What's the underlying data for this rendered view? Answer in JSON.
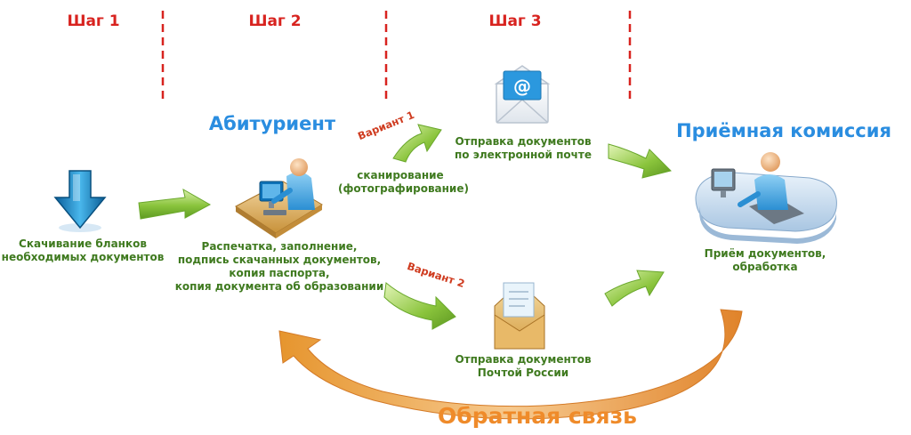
{
  "steps": [
    "Шаг 1",
    "Шаг 2",
    "Шаг 3"
  ],
  "actors": {
    "applicant": "Абитуриент",
    "committee": "Приёмная комиссия"
  },
  "labels": {
    "download": [
      "Скачивание бланков",
      "необходимых документов"
    ],
    "prepare": [
      "Распечатка, заполнение,",
      "подпись скачанных документов,",
      "копия паспорта,",
      "копия документа об образовании"
    ],
    "scan": [
      "сканирование",
      "(фотографирование)"
    ],
    "email": [
      "Отправка документов",
      "по электронной почте"
    ],
    "post": [
      "Отправка документов",
      "Почтой России"
    ],
    "receive": [
      "Приём документов,",
      "обработка"
    ]
  },
  "variants": [
    "Вариант 1",
    "Вариант 2"
  ],
  "feedback": "Обратная связь",
  "icons": {
    "email": "email-envelope-icon",
    "post": "mail-envelope-icon",
    "download": "download-arrow-icon",
    "applicant": "applicant-desk-icon",
    "committee": "committee-desk-icon"
  },
  "colors": {
    "step": "#d8231f",
    "actor": "#2a8de0",
    "text": "#3f7a1f",
    "variant": "#cf3b1f",
    "feedback": "#ef8b2a",
    "arrow": "#8ac43c"
  }
}
